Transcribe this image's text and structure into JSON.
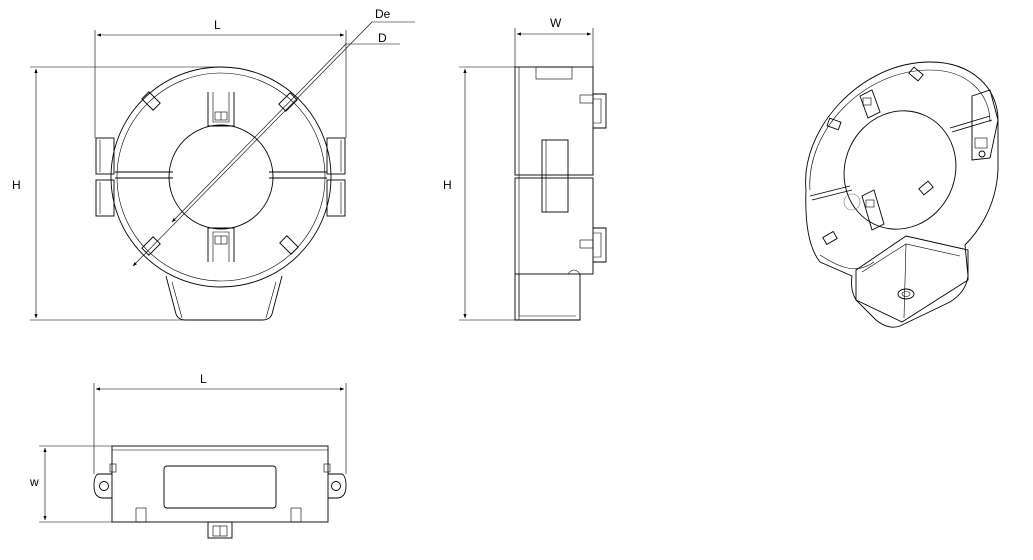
{
  "front_view": {
    "length_label": "L",
    "height_label": "H",
    "outer_diameter_label": "De",
    "inner_diameter_label": "D"
  },
  "side_view": {
    "width_label": "W",
    "height_label": "H"
  },
  "bottom_view": {
    "length_label": "L",
    "width_label": "w"
  }
}
